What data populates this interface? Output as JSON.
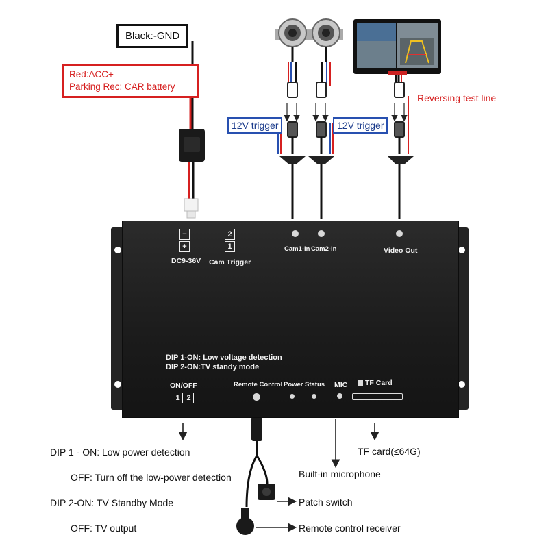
{
  "wires": {
    "gnd_label": "Black:-GND",
    "acc_label_line1": "Red:ACC+",
    "acc_label_line2": "Parking Rec: CAR battery",
    "trigger_left": "12V trigger",
    "trigger_right": "12V trigger",
    "reversing_label": "Reversing test line"
  },
  "panel": {
    "power_minus": "−",
    "power_plus": "+",
    "power_label": "DC9-36V",
    "cam_trigger_2": "2",
    "cam_trigger_1": "1",
    "cam_trigger_label": "Cam Trigger",
    "cam1_label": "Cam1-in",
    "cam2_label": "Cam2-in",
    "video_out_label": "Video Out",
    "dip_note_1": "DIP 1-ON: Low voltage detection",
    "dip_note_2": "DIP 2-ON:TV standy mode",
    "onoff_label": "ON/OFF",
    "dip_switch_1": "1",
    "dip_switch_2": "2",
    "remote_label": "Remote Control",
    "power_led_label": "Power",
    "status_led_label": "Status",
    "mic_label": "MIC",
    "tf_label": "TF Card"
  },
  "annotations": {
    "dip1_on": "DIP 1 - ON: Low power detection",
    "dip1_off": "OFF: Turn off the low-power detection",
    "dip2_on": "DIP 2-ON: TV Standby Mode",
    "dip2_off": "OFF: TV output",
    "builtin_mic": "Built-in microphone",
    "tf_card": "TF card(≤64G)",
    "patch_switch": "Patch switch",
    "remote_receiver": "Remote control receiver"
  }
}
